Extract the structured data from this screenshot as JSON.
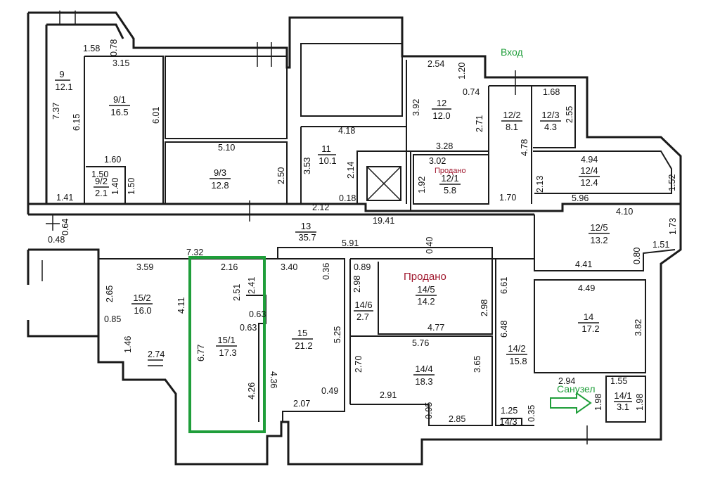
{
  "colors": {
    "wall": "#1a1a1a",
    "highlight": "#1f9e3a",
    "sold": "#a0182e",
    "entrance": "#1f9e3a"
  },
  "labels": {
    "entrance": "Вход",
    "bathroom": "Санузел",
    "sold_main": "Продано",
    "sold_small": "Продано"
  },
  "rooms": [
    {
      "id": "9",
      "num": "9",
      "area": "12.1"
    },
    {
      "id": "9-1",
      "num": "9/1",
      "area": "16.5"
    },
    {
      "id": "9-2",
      "num": "9/2",
      "area": "2.1"
    },
    {
      "id": "9-3",
      "num": "9/3",
      "area": "12.8"
    },
    {
      "id": "11",
      "num": "11",
      "area": "10.1"
    },
    {
      "id": "12",
      "num": "12",
      "area": "12.0"
    },
    {
      "id": "12-1",
      "num": "12/1",
      "area": "5.8"
    },
    {
      "id": "12-2",
      "num": "12/2",
      "area": "8.1"
    },
    {
      "id": "12-3",
      "num": "12/3",
      "area": "4.3"
    },
    {
      "id": "12-4",
      "num": "12/4",
      "area": "12.4"
    },
    {
      "id": "12-5",
      "num": "12/5",
      "area": "13.2"
    },
    {
      "id": "13",
      "num": "13",
      "area": "35.7"
    },
    {
      "id": "14",
      "num": "14",
      "area": "17.2"
    },
    {
      "id": "14-1",
      "num": "14/1",
      "area": "3.1"
    },
    {
      "id": "14-2",
      "num": "14/2",
      "area": "15.8"
    },
    {
      "id": "14-3",
      "num": "14/3",
      "area": ""
    },
    {
      "id": "14-4",
      "num": "14/4",
      "area": "18.3"
    },
    {
      "id": "14-5",
      "num": "14/5",
      "area": "14.2"
    },
    {
      "id": "14-6",
      "num": "14/6",
      "area": "2.7"
    },
    {
      "id": "15",
      "num": "15",
      "area": "21.2"
    },
    {
      "id": "15-1",
      "num": "15/1",
      "area": "17.3"
    },
    {
      "id": "15-2",
      "num": "15/2",
      "area": "16.0"
    }
  ],
  "dimensions": [
    "1.58",
    "0.78",
    "3.15",
    "7.37",
    "6.15",
    "6.01",
    "1.60",
    "1.50",
    "1.40",
    "1.50",
    "1.41",
    "5.10",
    "2.50",
    "4.18",
    "3.53",
    "2.14",
    "2.12",
    "0.18",
    "2.54",
    "1.20",
    "0.74",
    "3.92",
    "2.71",
    "3.28",
    "3.02",
    "1.92",
    "1.68",
    "2.55",
    "4.78",
    "1.70",
    "4.94",
    "2.13",
    "1.52",
    "5.96",
    "4.10",
    "1.73",
    "1.51",
    "0.80",
    "4.41",
    "19.41",
    "0.64",
    "0.48",
    "7.32",
    "5.91",
    "0.40",
    "3.59",
    "2.16",
    "3.40",
    "0.36",
    "0.89",
    "2.98",
    "2.65",
    "4.11",
    "2.51",
    "2.41",
    "0.63",
    "0.63",
    "0.85",
    "1.46",
    "2.74",
    "6.77",
    "4.26",
    "4.36",
    "5.25",
    "2.07",
    "0.49",
    "2.98",
    "4.77",
    "5.76",
    "2.70",
    "3.65",
    "2.91",
    "0.95",
    "2.85",
    "6.61",
    "6.48",
    "4.49",
    "3.82",
    "2.94",
    "1.55",
    "1.98",
    "1.98",
    "1.25",
    "0.35"
  ]
}
